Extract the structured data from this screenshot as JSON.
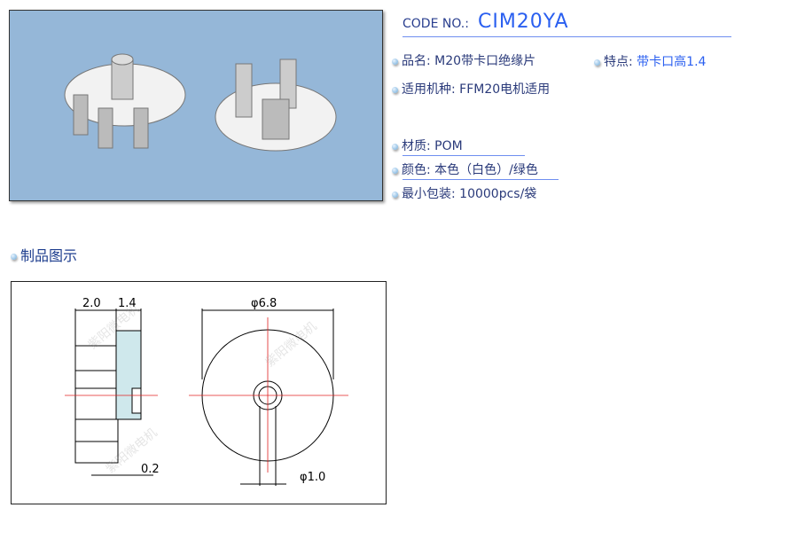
{
  "code": {
    "label": "CODE NO.:",
    "value": "CIM20YA"
  },
  "specs": [
    {
      "label": "品名:",
      "value": "M20带卡口绝缘片"
    },
    {
      "label": "特点:",
      "value": "带卡口高1.4"
    },
    {
      "label": "适用机种:",
      "value": "FFM20电机适用"
    },
    {
      "label": "材质:",
      "value": "POM"
    },
    {
      "label": "颜色:",
      "value": "本色（白色）/绿色"
    },
    {
      "label": "最小包装:",
      "value": "10000pcs/袋"
    }
  ],
  "section_title": "制品图示",
  "watermark": "紫阳微电机",
  "dimensions": {
    "d1": "2.0",
    "d2": "1.4",
    "d3": "0.2",
    "dia_outer": "φ6.8",
    "dia_inner": "φ1.0"
  }
}
